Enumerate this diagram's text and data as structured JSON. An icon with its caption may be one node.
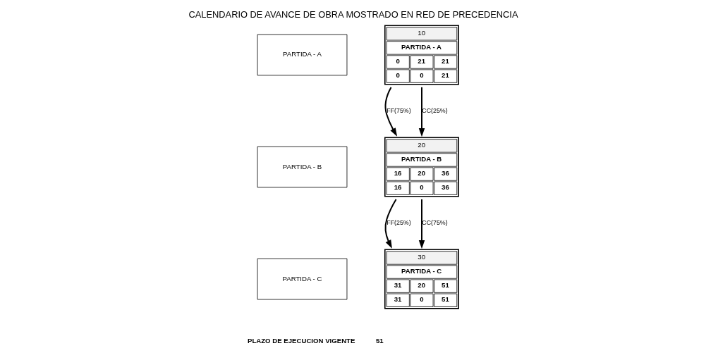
{
  "diagram": {
    "title": "CALENDARIO DE AVANCE DE OBRA MOSTRADO EN RED DE PRECEDENCIA",
    "nodes": [
      {
        "text": [
          "PARTIDA - A"
        ]
      },
      {
        "text": [
          "PARTIDA - B"
        ]
      },
      {
        "text": [
          "PARTIDA - C"
        ]
      },
      {
        "text": [
          "10",
          "PARTIDA - A",
          "0",
          "21",
          "21",
          "0",
          "0",
          "21"
        ]
      },
      {
        "text": [
          "20",
          "PARTIDA - B",
          "16",
          "20",
          "36",
          "16",
          "0",
          "36"
        ]
      },
      {
        "text": [
          "30",
          "PARTIDA - C",
          "31",
          "20",
          "51",
          "31",
          "0",
          "51"
        ]
      }
    ],
    "edges": [
      {
        "from": 3,
        "to": 4,
        "arrow": "to",
        "label": "FF(75%)"
      },
      {
        "from": 3,
        "to": 4,
        "arrow": "to",
        "label": "CC(25%)"
      },
      {
        "from": 4,
        "to": 5,
        "arrow": "to",
        "label": "FF(25%)"
      },
      {
        "from": 4,
        "to": 5,
        "arrow": "to",
        "label": "CC(75%)"
      }
    ],
    "labels": [
      "PLAZO DE EJECUCION VIGENTE",
      "51"
    ]
  }
}
